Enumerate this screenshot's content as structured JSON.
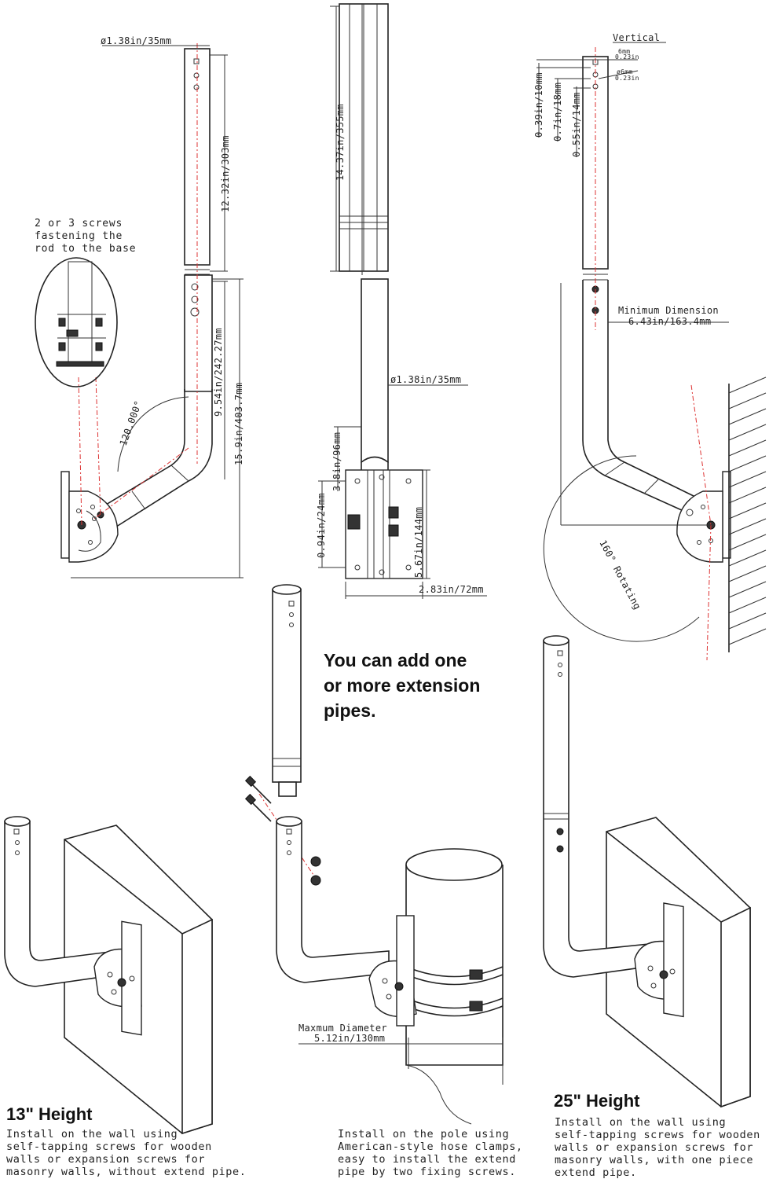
{
  "diagram_a": {
    "diameter": "ø1.38in/35mm",
    "upper_length": "12.32in/303mm",
    "lower_length": "9.54in/242.27mm",
    "total_height": "15.9in/403.7mm",
    "angle": "120.000°",
    "note_lines": [
      "2 or 3 screws",
      "fastening the",
      "rod to the base"
    ]
  },
  "diagram_b": {
    "pipe_length": "14.37in/355mm",
    "diameter": "ø1.38in/35mm",
    "neck_height": "3.8in/96mm",
    "plate_offset": "0.94in/24mm",
    "plate_height": "5.67in/144mm",
    "plate_width": "2.83in/72mm"
  },
  "diagram_c": {
    "vertical_label": "Vertical",
    "slot_size_mm": "6mm",
    "slot_size_in": "0.23in",
    "hole_dia_mm": "ø6mm",
    "hole_dia_in": "0.23in",
    "dim_1": "0.39in/10mm",
    "dim_2": "0.7in/18mm",
    "dim_3": "0.55in/14mm",
    "min_label": "Minimum Dimension",
    "min_value": "6.43in/163.4mm",
    "rotation": "160° Rotating"
  },
  "extension": {
    "lines": [
      "You can add one",
      "or more extension",
      "pipes."
    ]
  },
  "pole_setup": {
    "max_label": "Maxmum Diameter",
    "max_value": "5.12in/130mm",
    "caption_lines": [
      "Install on the pole using",
      "American-style hose clamps,",
      "easy to install the extend",
      "pipe by two fixing screws."
    ]
  },
  "wall_13": {
    "heading": "13\" Height",
    "caption_lines": [
      "Install on the wall using",
      "self-tapping screws for wooden",
      "walls or expansion screws for",
      "masonry walls, without extend pipe."
    ]
  },
  "wall_25": {
    "heading": "25\" Height",
    "caption_lines": [
      "Install on the wall using",
      "self-tapping screws for wooden",
      "walls or expansion screws for",
      "masonry walls, with one piece",
      "extend pipe."
    ]
  }
}
